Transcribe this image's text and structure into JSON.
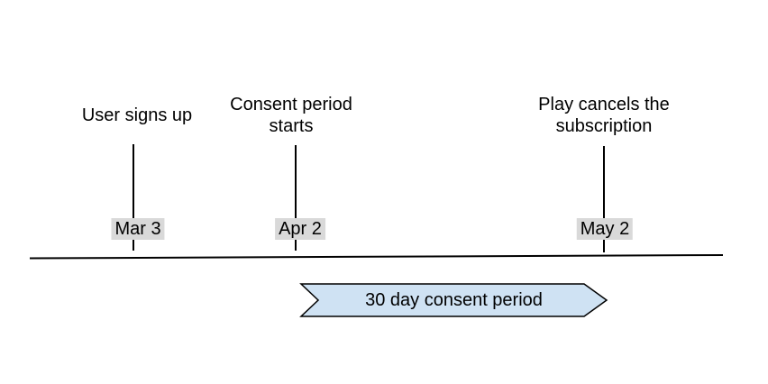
{
  "timeline": {
    "events": [
      {
        "label": "User signs up",
        "date": "Mar 3"
      },
      {
        "label": "Consent period starts",
        "date": "Apr 2"
      },
      {
        "label": "Play cancels the subscription",
        "date": "May 2"
      }
    ],
    "period_banner": {
      "label": "30 day consent period"
    },
    "colors": {
      "background": "#ffffff",
      "line": "#000000",
      "date_label_bg": "#d9d9d9",
      "banner_fill": "#cfe2f3",
      "banner_border": "#000000",
      "text": "#000000"
    }
  }
}
